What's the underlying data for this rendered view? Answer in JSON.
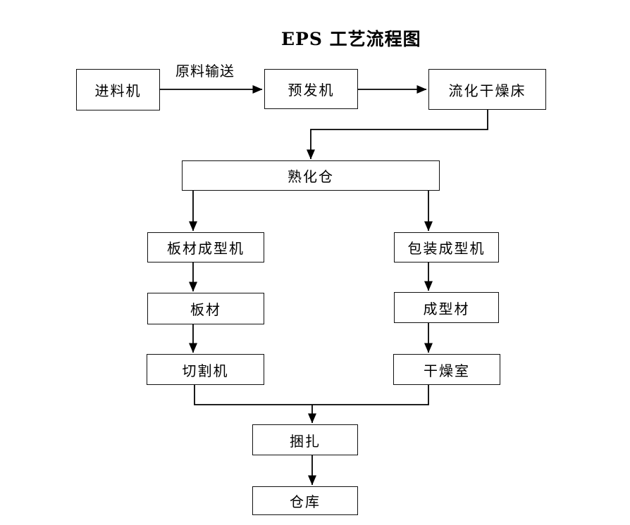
{
  "page": {
    "title": "EPS 工艺流程图",
    "background_color": "#ffffff",
    "line_color": "#000000",
    "text_color": "#000000"
  },
  "edge_labels": {
    "raw_material_transport": "原料输送"
  },
  "nodes": {
    "feeder": "进料机",
    "pre_expander": "预发机",
    "fluidized_drying_bed": "流化干燥床",
    "curing_silo": "熟化仓",
    "board_forming_machine": "板材成型机",
    "board": "板材",
    "cutting_machine": "切割机",
    "packaging_forming_machine": "包装成型机",
    "formed_material": "成型材",
    "drying_room": "干燥室",
    "bundling": "捆扎",
    "warehouse": "仓库"
  },
  "flow": {
    "edges": [
      {
        "from": "进料机",
        "to": "预发机",
        "label": "原料输送"
      },
      {
        "from": "预发机",
        "to": "流化干燥床",
        "label": ""
      },
      {
        "from": "流化干燥床",
        "to": "熟化仓",
        "label": ""
      },
      {
        "from": "熟化仓",
        "to": "板材成型机",
        "label": ""
      },
      {
        "from": "熟化仓",
        "to": "包装成型机",
        "label": ""
      },
      {
        "from": "板材成型机",
        "to": "板材",
        "label": ""
      },
      {
        "from": "板材",
        "to": "切割机",
        "label": ""
      },
      {
        "from": "包装成型机",
        "to": "成型材",
        "label": ""
      },
      {
        "from": "成型材",
        "to": "干燥室",
        "label": ""
      },
      {
        "from": "切割机",
        "to": "捆扎",
        "label": ""
      },
      {
        "from": "干燥室",
        "to": "捆扎",
        "label": ""
      },
      {
        "from": "捆扎",
        "to": "仓库",
        "label": ""
      }
    ]
  }
}
